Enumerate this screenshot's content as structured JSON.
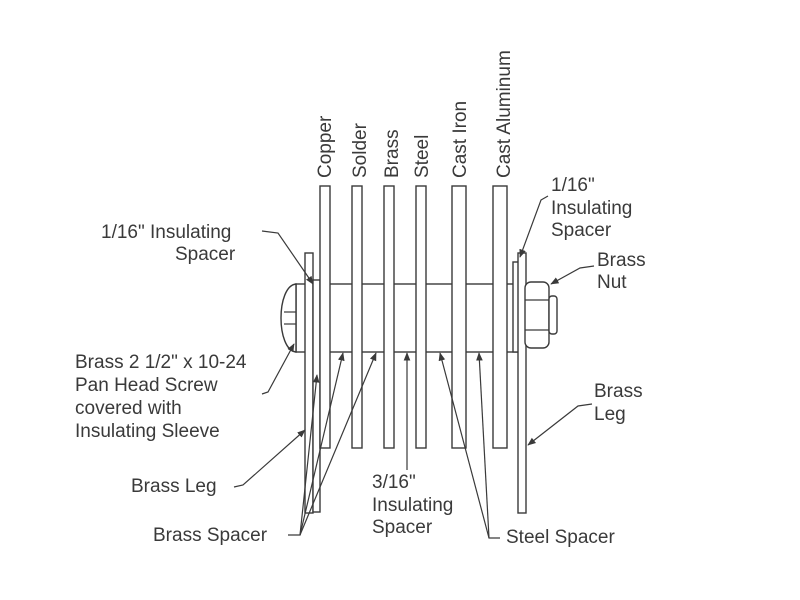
{
  "metals": [
    {
      "label": "Copper"
    },
    {
      "label": "Solder"
    },
    {
      "label": "Brass"
    },
    {
      "label": "Steel"
    },
    {
      "label": "Cast Iron"
    },
    {
      "label": "Cast Aluminum"
    }
  ],
  "labels": {
    "insulating_spacer_left": [
      "1/16\" Insulating",
      "Spacer"
    ],
    "insulating_spacer_right": [
      "1/16\"",
      "Insulating",
      "Spacer"
    ],
    "brass_nut": [
      "Brass",
      "Nut"
    ],
    "screw": [
      "Brass 2 1/2\" x 10-24",
      "Pan Head Screw",
      "covered with",
      "Insulating Sleeve"
    ],
    "brass_leg_right": [
      "Brass",
      "Leg"
    ],
    "brass_leg_left": "Brass Leg",
    "insulating_spacer_center": [
      "3/16\"",
      "Insulating",
      "Spacer"
    ],
    "brass_spacer": "Brass Spacer",
    "steel_spacer": "Steel Spacer"
  }
}
